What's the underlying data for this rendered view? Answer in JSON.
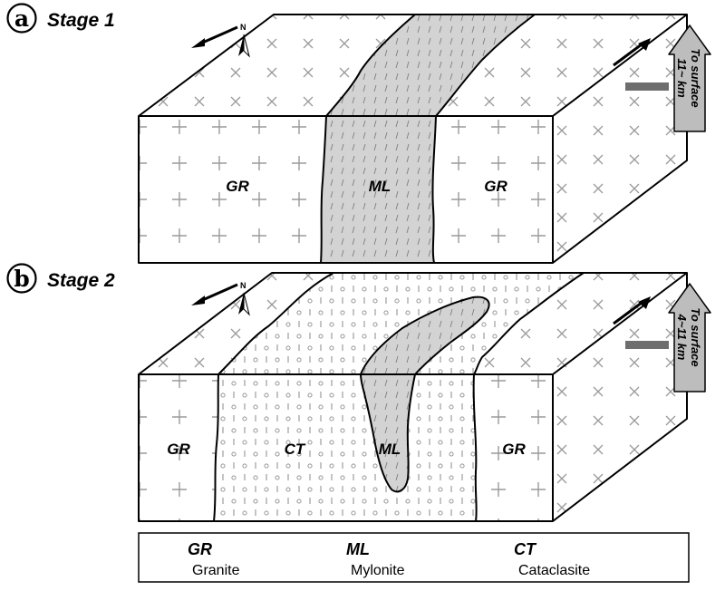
{
  "stages": [
    {
      "letter": "a",
      "title": "Stage 1",
      "units": [
        "GR",
        "ML",
        "GR"
      ],
      "surface_arrow": {
        "line1": "To surface",
        "line2": "11~ km"
      },
      "north": "N"
    },
    {
      "letter": "b",
      "title": "Stage 2",
      "units": [
        "GR",
        "CT",
        "ML",
        "GR"
      ],
      "surface_arrow": {
        "line1": "To surface",
        "line2": "4~11 km"
      },
      "north": "N"
    }
  ],
  "legend": [
    {
      "abbr": "GR",
      "name": "Granite"
    },
    {
      "abbr": "ML",
      "name": "Mylonite"
    },
    {
      "abbr": "CT",
      "name": "Cataclasite"
    }
  ],
  "colors": {
    "mylonite_fill": "#d3d3d3",
    "arrow_fill": "#bdbdbd",
    "symbol_stroke": "#9a9a9a"
  }
}
